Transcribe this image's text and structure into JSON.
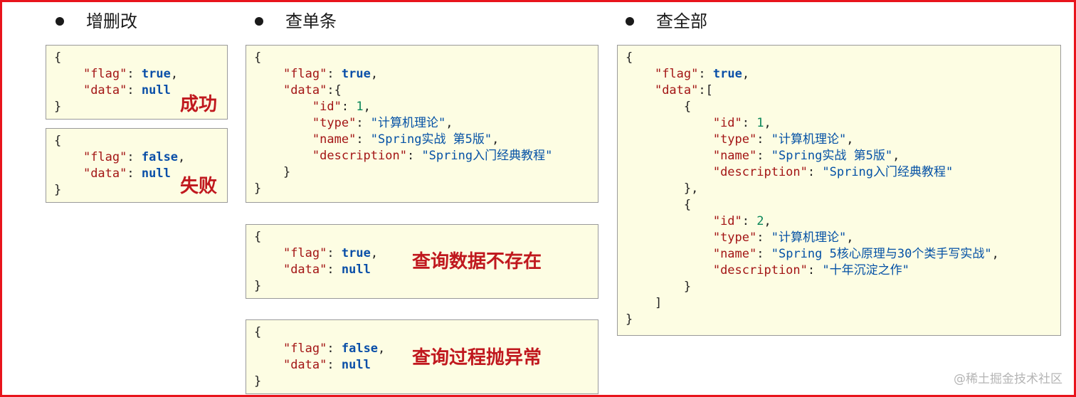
{
  "headings": {
    "crud": "增删改",
    "single": "查单条",
    "all": "查全部"
  },
  "notes": {
    "success": "成功",
    "fail": "失败",
    "not_found": "查询数据不存在",
    "exception": "查询过程抛异常"
  },
  "code": {
    "open_brace": "{",
    "close_brace": "}",
    "open_bracket": "[",
    "close_bracket": "]",
    "comma": ",",
    "colon": ": ",
    "colon_nospace": ":",
    "key_flag": "\"flag\"",
    "key_data": "\"data\"",
    "key_id": "\"id\"",
    "key_type": "\"type\"",
    "key_name": "\"name\"",
    "key_description": "\"description\"",
    "val_true": "true",
    "val_false": "false",
    "val_null": "null",
    "book1": {
      "id": "1",
      "type": "\"计算机理论\"",
      "name": "\"Spring实战 第5版\"",
      "description": "\"Spring入门经典教程\""
    },
    "book2": {
      "id": "2",
      "type": "\"计算机理论\"",
      "name": "\"Spring 5核心原理与30个类手写实战\"",
      "description": "\"十年沉淀之作\""
    }
  },
  "watermark": "@稀土掘金技术社区"
}
